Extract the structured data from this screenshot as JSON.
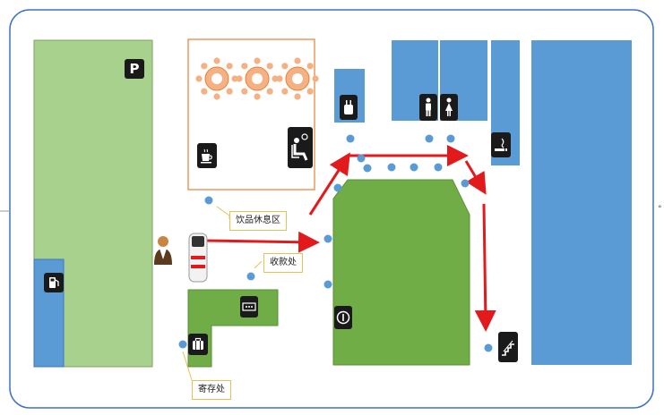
{
  "labels": {
    "drink_rest_area": "饮品休息区",
    "cashier": "收款处",
    "storage": "寄存处"
  },
  "icons": {
    "parking": "P",
    "fuel_pump": "fuel-pump-icon",
    "coffee": "coffee-cup-icon",
    "lounge": "reclining-seat-icon",
    "restroom_sign": "restroom-icon",
    "male": "man-icon",
    "female": "woman-icon",
    "smoking": "smoking-icon",
    "info": "info-icon",
    "stairs": "stairs-icon",
    "luggage": "luggage-icon",
    "cashier_register": "cash-register-icon",
    "staff": "person-icon",
    "robot": "robot-icon"
  },
  "colors": {
    "frame": "#3f72c4",
    "parking_zone": "#a9d18e",
    "blue_zone": "#5b9bd5",
    "green_zone": "#70ad47",
    "route_arrow": "#e31a1c",
    "waypoint": "#5b9bd5",
    "table_ring": "#f4b183",
    "callout_border": "#e6c15a"
  }
}
